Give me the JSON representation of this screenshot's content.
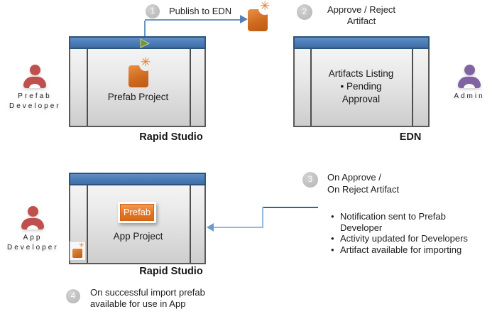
{
  "colors": {
    "accent_blue": "#4f81bd",
    "arrow_dark": "#35629a",
    "arrow_light": "#9ab7dd",
    "titlebar_blue": "#4a7cb8",
    "titlebar_border": "#2d547f",
    "window_border": "#595959",
    "orange": "#d86a1e",
    "orange_light": "#f09a52",
    "person_red": "#c0504d",
    "person_purple": "#8064a2",
    "circle_gray": "#c3c3c3",
    "run_green": "#77933c"
  },
  "icons": {
    "sparkle": "✳"
  },
  "steps": {
    "step1": {
      "number": "1",
      "label": "Publish to EDN"
    },
    "step2": {
      "number": "2",
      "line1": "Approve / Reject",
      "line2": "Artifact"
    },
    "step3": {
      "number": "3",
      "line1": "On Approve /",
      "line2": "On Reject Artifact",
      "bullets": [
        "Notification sent to Prefab Developer",
        "Activity updated for Developers",
        "Artifact available for importing"
      ]
    },
    "step4": {
      "number": "4",
      "line1": "On successful import prefab",
      "line2": "available for use in App"
    }
  },
  "actors": {
    "prefab_developer": {
      "line1": "Prefab",
      "line2": "Developer"
    },
    "admin": {
      "line1": "Admin"
    },
    "app_developer": {
      "line1": "App",
      "line2": "Developer"
    }
  },
  "windows": {
    "prefab_studio": {
      "project_label": "Prefab Project",
      "caption": "Rapid Studio"
    },
    "edn": {
      "line1": "Artifacts Listing",
      "line2": "•  Pending",
      "line3": "Approval",
      "caption": "EDN"
    },
    "app_studio": {
      "prefab_button": "Prefab",
      "project_label": "App Project",
      "caption": "Rapid Studio"
    }
  }
}
